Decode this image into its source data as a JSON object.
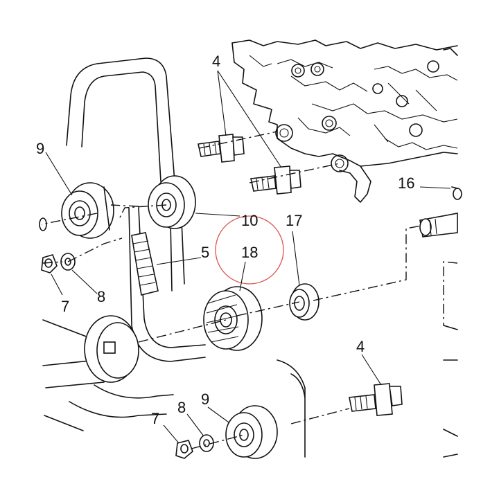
{
  "diagram": {
    "callouts": {
      "bolt_top": "4",
      "bolt_bottom": "4",
      "tensioner_left_cut": "9",
      "tensioner_bottom": "9",
      "idler_pulley": "10",
      "timing_belt": "5",
      "washer_left": "8",
      "washer_bottom": "8",
      "nut_left": "7",
      "nut_bottom": "7",
      "stud": "16",
      "spacer": "17",
      "sprocket_highlighted": "18"
    },
    "highlight_color": "#d9534f"
  }
}
